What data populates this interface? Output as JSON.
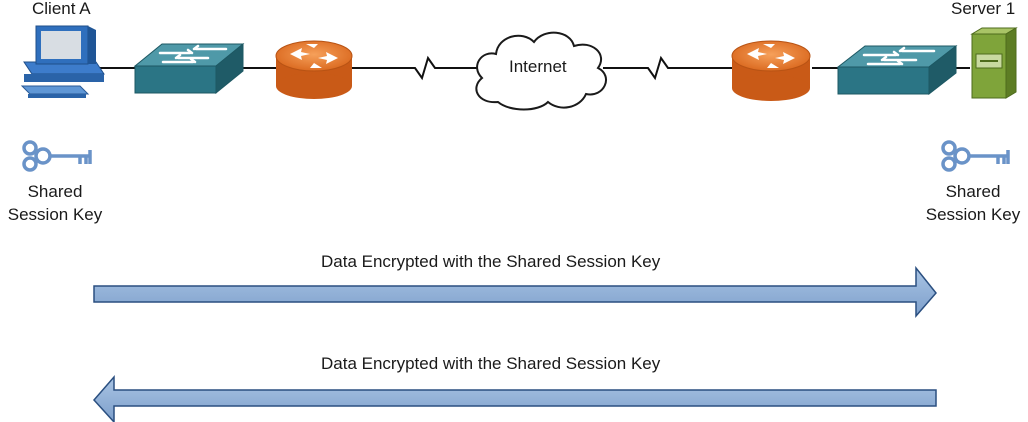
{
  "nodes": {
    "client": {
      "name": "Client A"
    },
    "server": {
      "name": "Server 1"
    },
    "cloud": {
      "name": "Internet"
    }
  },
  "keys": {
    "left": {
      "line1": "Shared",
      "line2": "Session Key"
    },
    "right": {
      "line1": "Shared",
      "line2": "Session Key"
    }
  },
  "flows": [
    {
      "label": "Data Encrypted with the Shared Session Key",
      "direction": "right"
    },
    {
      "label": "Data Encrypted with the Shared Session Key",
      "direction": "left"
    }
  ],
  "colors": {
    "router": "#e2782c",
    "switch": "#2b7585",
    "arrow_fill": "#8fb0d6",
    "key": "#6a93c8",
    "pc": "#2f6fbd",
    "server": "#7fa43a"
  }
}
